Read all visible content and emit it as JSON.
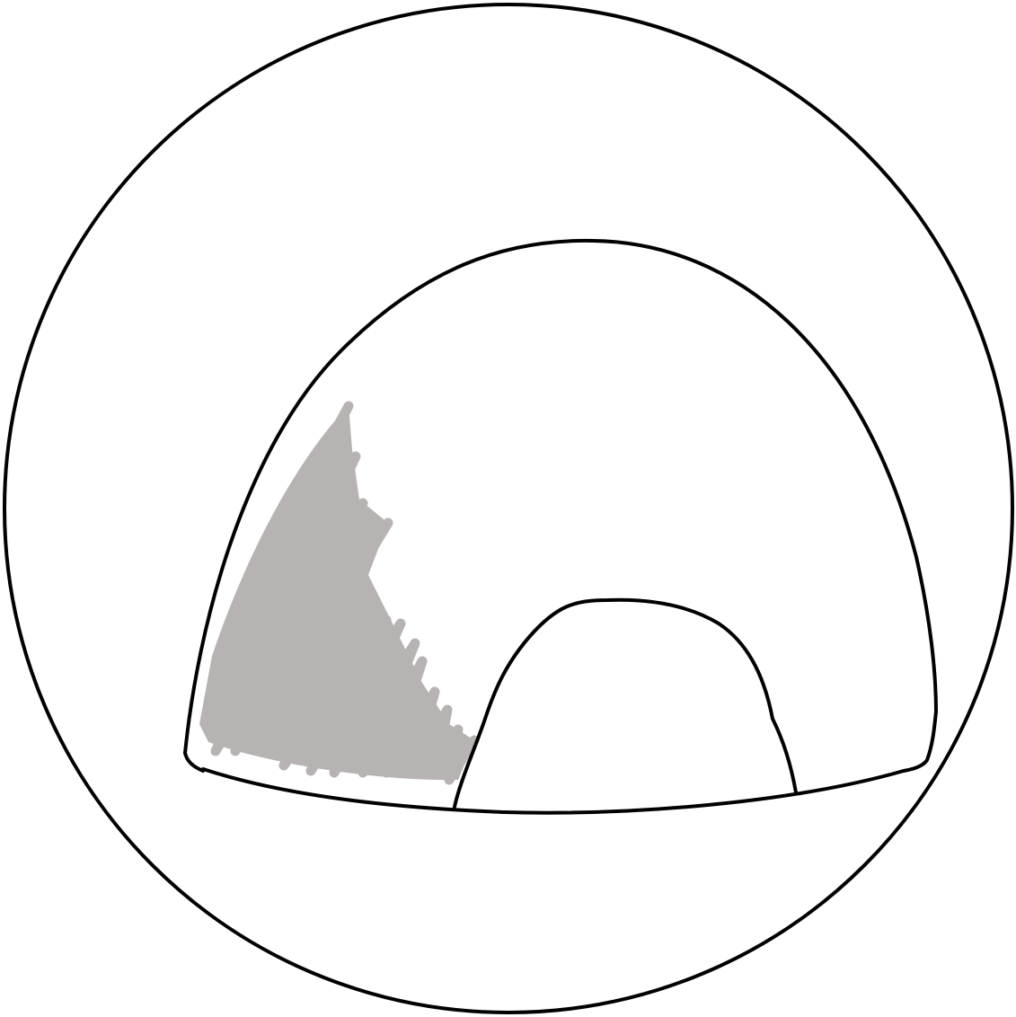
{
  "figure": {
    "kind": "line-drawing",
    "stroke_color": "#000000",
    "shading_color": "#b7b3b2",
    "background_color": "#ffffff",
    "shapes": [
      "outer-circle",
      "outer-dome-arch",
      "inner-arch-opening",
      "base-curve",
      "shaded-region"
    ]
  }
}
